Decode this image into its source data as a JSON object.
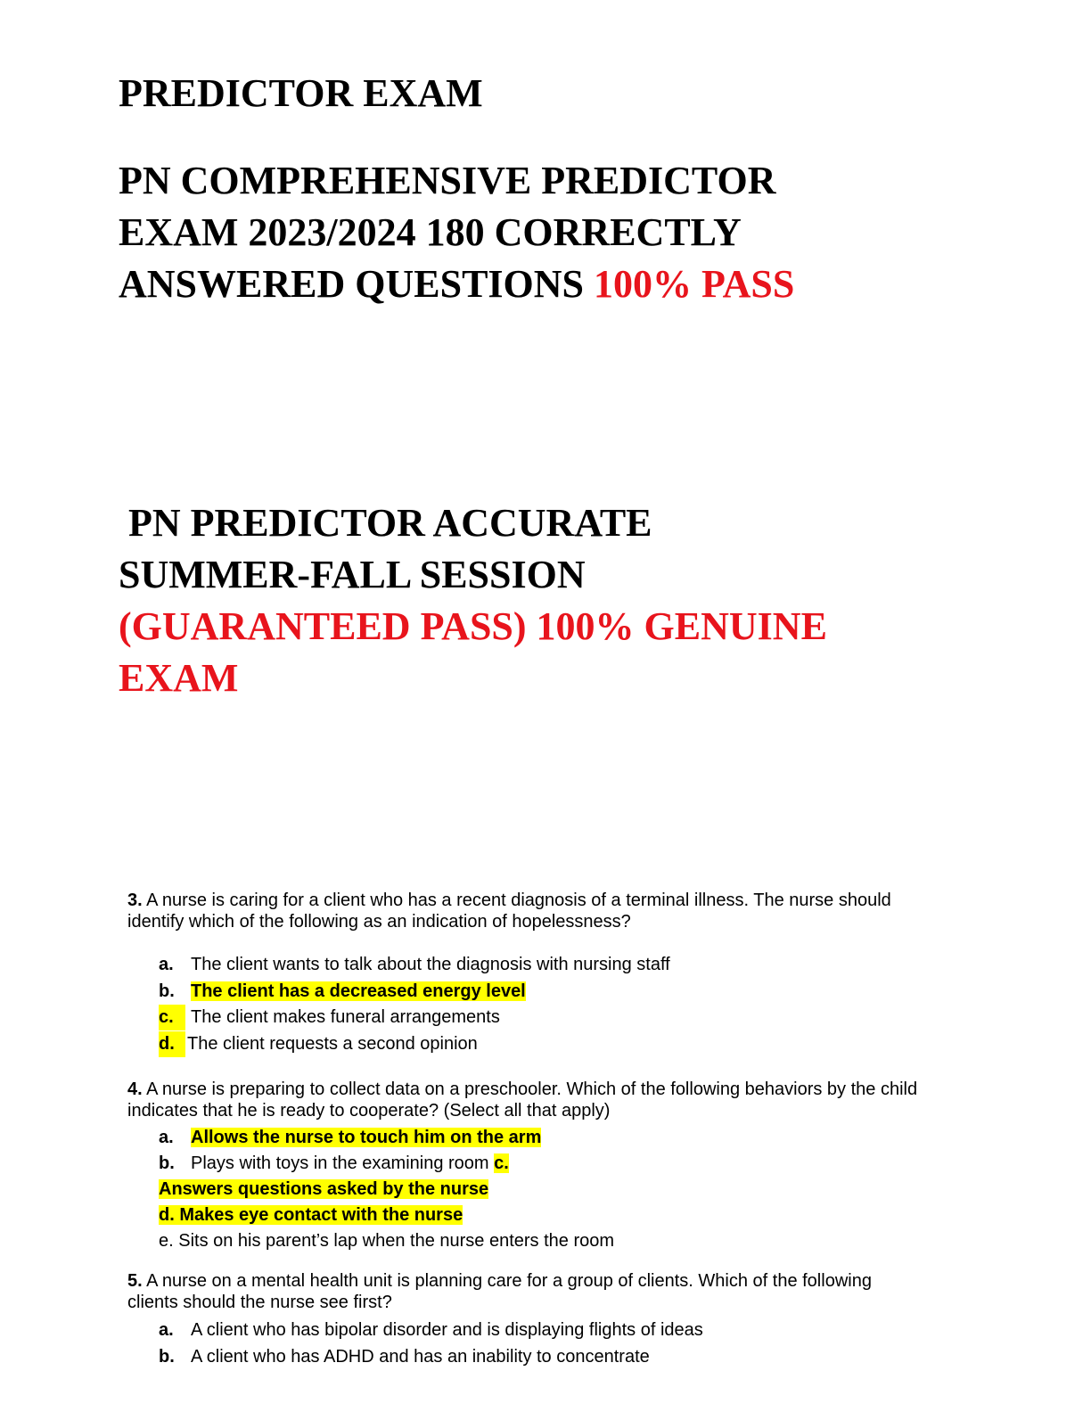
{
  "title1": "PREDICTOR EXAM",
  "title2": {
    "line1": "PN COMPREHENSIVE PREDICTOR",
    "line2": "EXAM 2023/2024 180 CORRECTLY",
    "line3_black": "ANSWERED QUESTIONS ",
    "line3_red": "100% PASS"
  },
  "title3": {
    "line1": " PN PREDICTOR ACCURATE",
    "line2": "SUMMER-FALL SESSION",
    "line3_red": "(GUARANTEED PASS) 100% GENUINE",
    "line4_red": "EXAM"
  },
  "q3": {
    "number": "3.",
    "text": " A nurse is caring for a client who has a recent diagnosis of a terminal illness. The nurse should identify which of the following as an indication of hopelessness?",
    "options": [
      {
        "label": "a.",
        "text": "The client wants to talk about the diagnosis with nursing staff"
      },
      {
        "label": "b.",
        "text": "The client has a decreased energy level"
      },
      {
        "label": "c.",
        "text": "The client makes funeral arrangements"
      },
      {
        "label": "d.",
        "text": "The client requests a second opinion"
      }
    ]
  },
  "q4": {
    "number": "4.",
    "text": " A nurse is preparing to collect data on a preschooler. Which of the following behaviors by the child indicates that he is ready to cooperate? (Select all that apply)",
    "options": [
      {
        "label": "a.",
        "text": "Allows the nurse to touch him on the arm"
      },
      {
        "label": "b.",
        "text": "Plays with toys in the examining room ",
        "tail": "c."
      },
      {
        "text": "Answers questions asked by the nurse"
      },
      {
        "text": "d. Makes eye contact with the nurse"
      },
      {
        "text": "e. Sits on his parent’s lap when the nurse enters the room"
      }
    ]
  },
  "q5": {
    "number": "5.",
    "text": " A nurse on a mental health unit is planning care for a group of clients. Which of the following clients should the nurse see first?",
    "options": [
      {
        "label": "a.",
        "text": "A client who has bipolar disorder and is displaying flights of ideas"
      },
      {
        "label": "b.",
        "text": "A client who has ADHD and has an inability to concentrate"
      }
    ]
  },
  "colors": {
    "accent_red": "#e8141c",
    "highlight": "#ffff00"
  }
}
